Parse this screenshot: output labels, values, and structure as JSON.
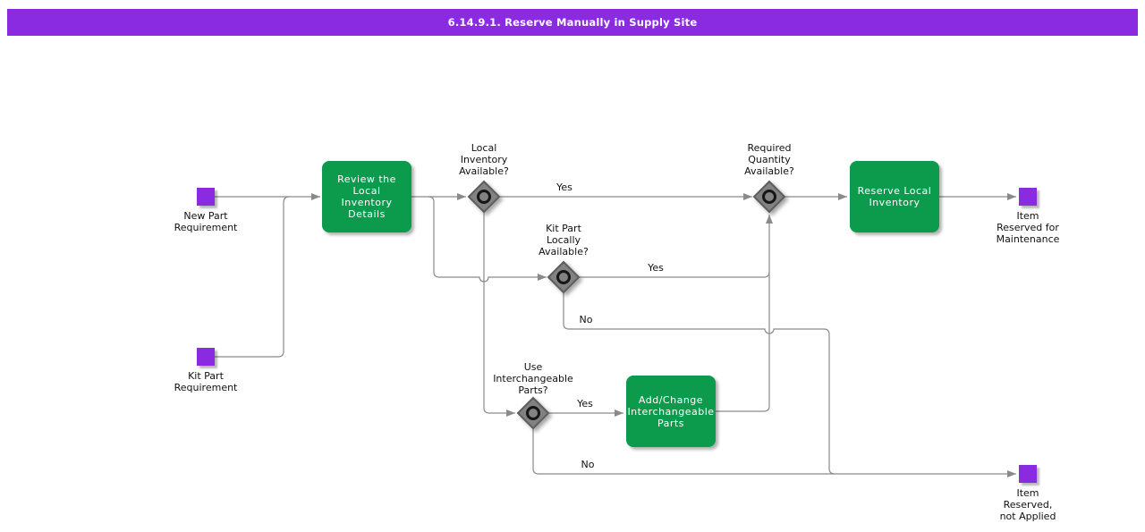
{
  "header": {
    "title": "6.14.9.1. Reserve Manually in Supply Site"
  },
  "colors": {
    "header_bg": "#8A2BE2",
    "event_fill": "#8A2BE2",
    "activity_fill": "#0C9B4D",
    "gateway_fill": "#828282",
    "connector": "#8a8a8a",
    "label_text": "#111111"
  },
  "nodes": {
    "start_new_part": {
      "label": "New Part\nRequirement"
    },
    "start_kit_part": {
      "label": "Kit Part\nRequirement"
    },
    "review_local_inventory": {
      "label": "Review the Local\nInventory\nDetails"
    },
    "local_inventory_available": {
      "label": "Local\nInventory\nAvailable?"
    },
    "kit_part_locally_available": {
      "label": "Kit Part\nLocally\nAvailable?"
    },
    "required_quantity_available": {
      "label": "Required\nQuantity\nAvailable?"
    },
    "use_interchangeable_parts": {
      "label": "Use\nInterchangeable\nParts?"
    },
    "add_change_interchangeable_parts": {
      "label": "Add/Change\nInterchangeable\nParts"
    },
    "reserve_local_inventory": {
      "label": "Reserve Local\nInventory"
    },
    "end_item_reserved_maintenance": {
      "label": "Item\nReserved for\nMaintenance"
    },
    "end_item_reserved_not_applied": {
      "label": "Item\nReserved,\nnot Applied"
    }
  },
  "edges": {
    "local_yes": {
      "label": "Yes"
    },
    "kit_yes": {
      "label": "Yes"
    },
    "kit_no": {
      "label": "No"
    },
    "use_yes": {
      "label": "Yes"
    },
    "use_no": {
      "label": "No"
    }
  }
}
